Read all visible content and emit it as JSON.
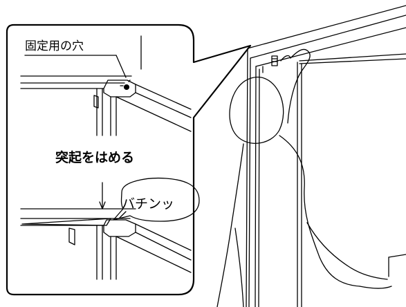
{
  "labels": {
    "hole": "固定用の穴",
    "fit": "突起をはめる",
    "snap": "バチンッ"
  }
}
